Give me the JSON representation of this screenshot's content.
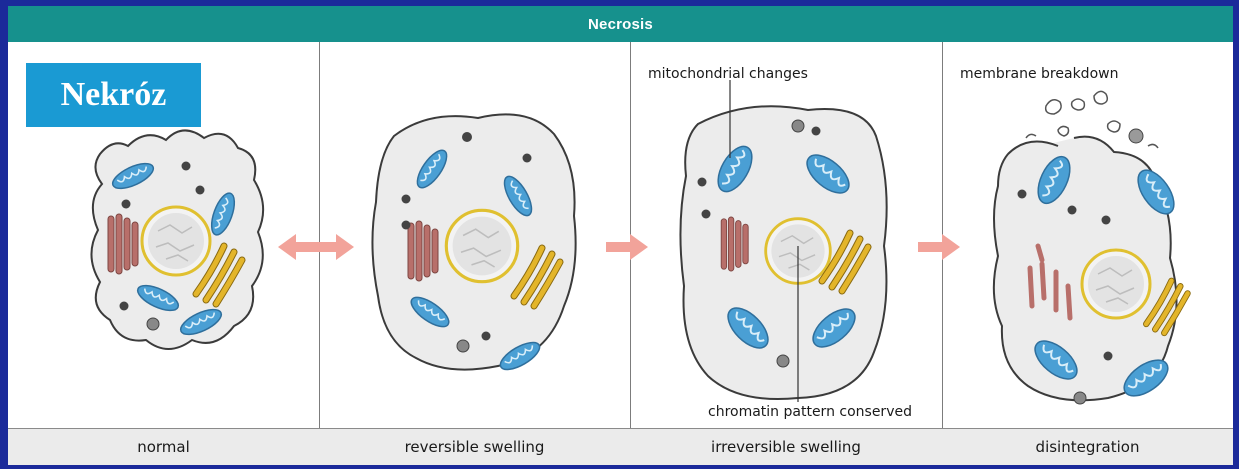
{
  "title": "Necrosis",
  "badge": "Nekróz",
  "stages": [
    {
      "label": "normal"
    },
    {
      "label": "reversible swelling"
    },
    {
      "label": "irreversible swelling"
    },
    {
      "label": "disintegration"
    }
  ],
  "annotations": {
    "mitochondrial": "mitochondrial changes",
    "chromatin": "chromatin pattern conserved",
    "membrane": "membrane breakdown"
  },
  "colors": {
    "background": "#1b2a9a",
    "title_bar": "#16918d",
    "badge": "#1a9ad3",
    "cell_fill": "#ececec",
    "mitochondria": "#4a9fd4",
    "er": "#b86f6a",
    "golgi": "#e3b52a",
    "nucleus": "#e0c030",
    "arrow": "#f2a39a"
  }
}
